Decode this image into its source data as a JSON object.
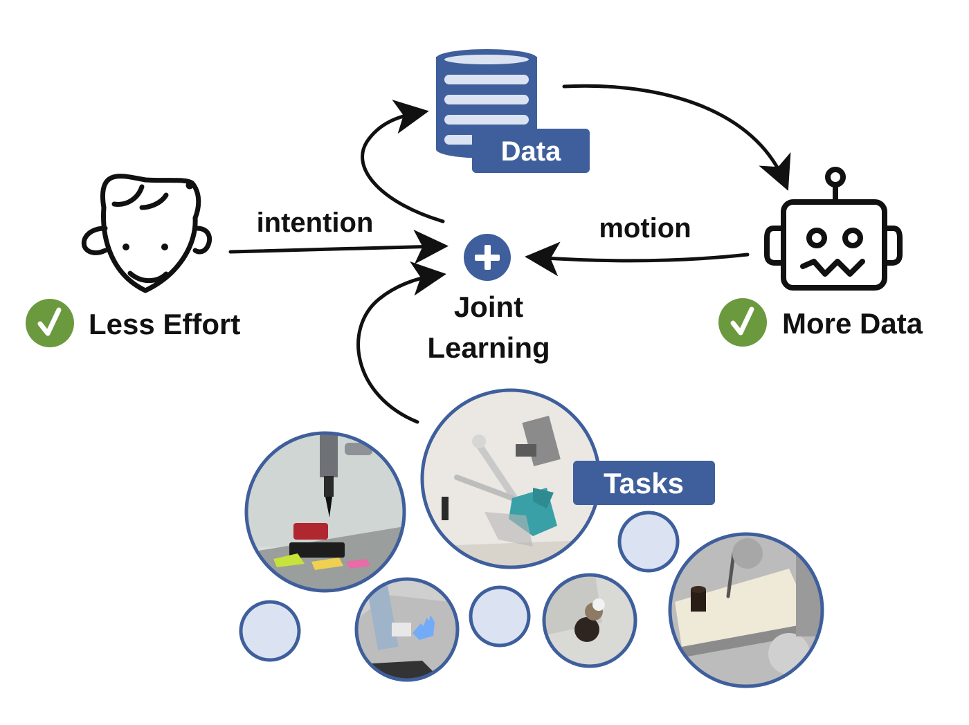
{
  "labels": {
    "data": "Data",
    "intention": "intention",
    "motion": "motion",
    "joint_line1": "Joint",
    "joint_line2": "Learning",
    "less_effort": "Less Effort",
    "more_data": "More Data",
    "tasks": "Tasks"
  },
  "icons": {
    "human": "human-face-icon",
    "robot": "robot-face-icon",
    "database": "database-icon",
    "plus": "plus-icon",
    "check": "check-icon"
  },
  "colors": {
    "navy": "#3f5f9c",
    "navy_dark": "#2e4d8a",
    "pale_blue": "#dbe3f3",
    "green": "#6b9a3e",
    "ink": "#111111"
  }
}
